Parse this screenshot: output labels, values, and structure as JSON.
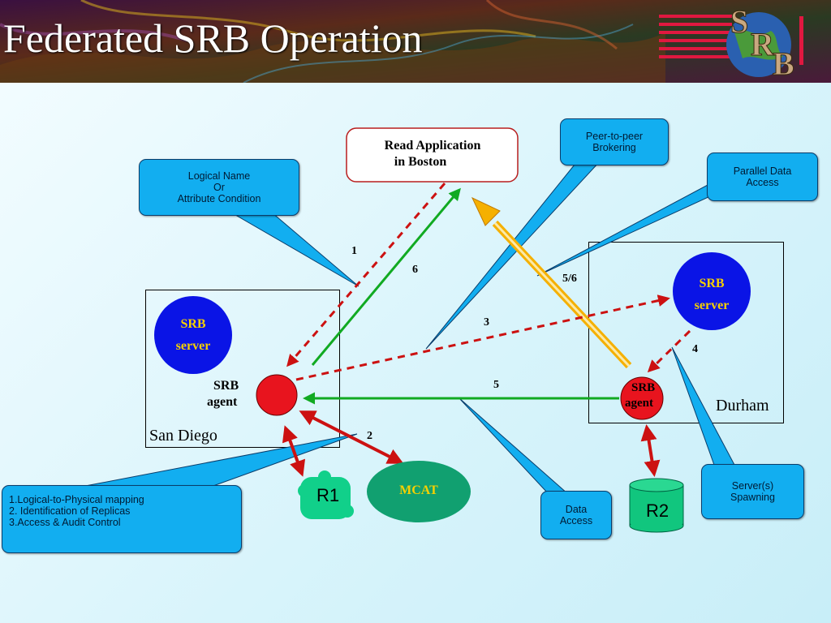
{
  "title": "Federated SRB Operation",
  "logo_letters": [
    "S",
    "R",
    "B"
  ],
  "sites": {
    "san_diego": "San Diego",
    "durham": "Durham"
  },
  "nodes": {
    "read_app": [
      "Read Application",
      "in Boston"
    ],
    "sd_server": [
      "SRB",
      "server"
    ],
    "sd_agent": [
      "SRB",
      "agent"
    ],
    "du_server": [
      "SRB",
      "server"
    ],
    "du_agent": [
      "SRB",
      "agent"
    ],
    "mcat": "MCAT",
    "r1": "R1",
    "r2": "R2"
  },
  "callouts": {
    "logical_name": [
      "Logical Name",
      "Or",
      "Attribute Condition"
    ],
    "peer_to_peer": [
      "Peer-to-peer",
      "Brokering"
    ],
    "parallel": [
      "Parallel Data",
      "Access"
    ],
    "mapping": [
      "1.Logical-to-Physical mapping",
      "2. Identification of Replicas",
      "3.Access & Audit Control"
    ],
    "data_access": [
      "Data",
      "Access"
    ],
    "spawning": [
      "Server(s)",
      "Spawning"
    ]
  },
  "steps": {
    "s1": "1",
    "s2": "2",
    "s3": "3",
    "s4": "4",
    "s5": "5",
    "s6": "6",
    "s56": "5/6"
  },
  "colors": {
    "request_arrow": "#cc1111",
    "data_arrow": "#11aa22",
    "parallel_arrow": "#f5b000",
    "callout_fill": "#12aef0",
    "server_fill": "#0a14e6",
    "agent_fill": "#e8141e",
    "store_fill": "#11c67e"
  }
}
